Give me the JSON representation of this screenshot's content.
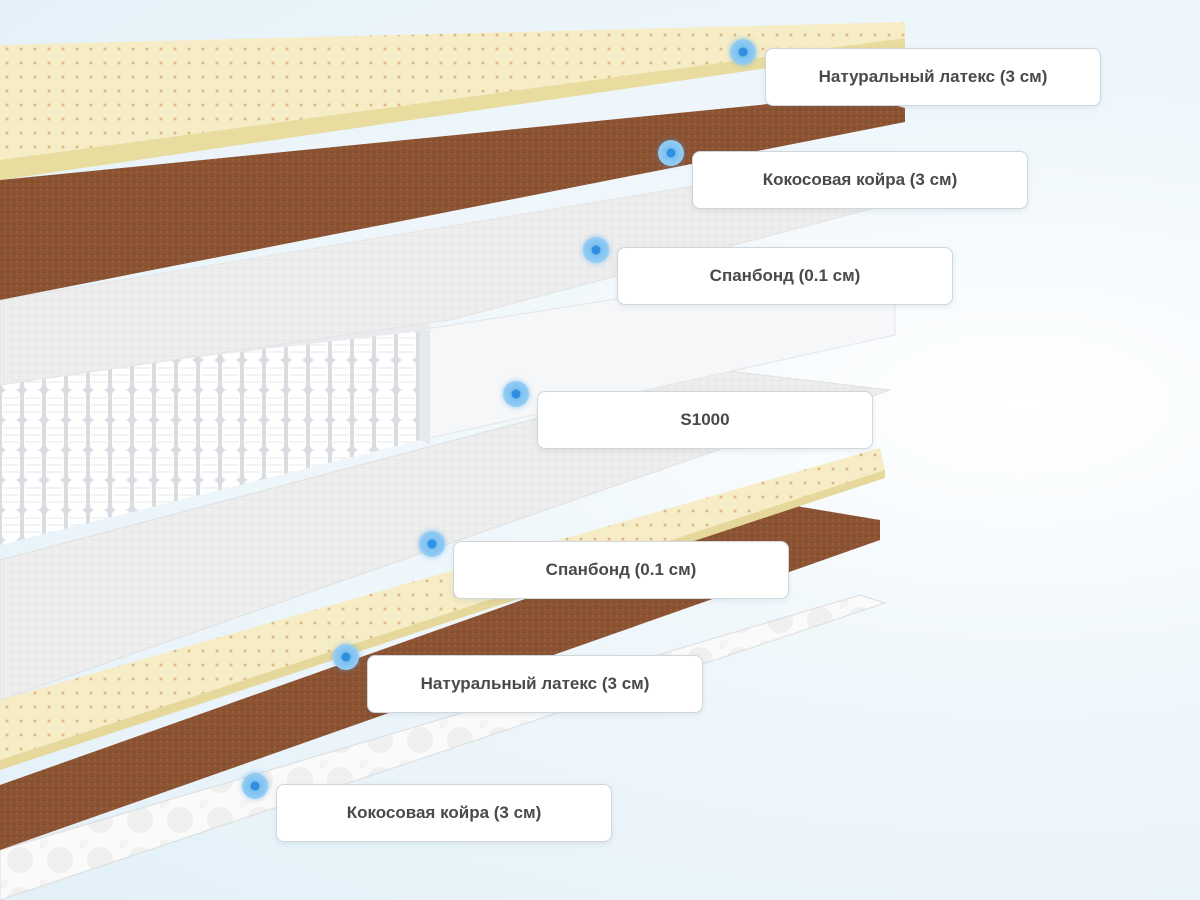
{
  "layers": [
    {
      "label": "Натуральный латекс (3 см)"
    },
    {
      "label": "Кокосовая койра (3 см)"
    },
    {
      "label": "Спанбонд (0.1 см)"
    },
    {
      "label": "S1000"
    },
    {
      "label": "Спанбонд (0.1 см)"
    },
    {
      "label": "Натуральный латекс (3 см)"
    },
    {
      "label": "Кокосовая койра (3 см)"
    }
  ],
  "colors": {
    "latex": "#f5ebc0",
    "coir": "#8f5535",
    "spunbond": "#f1f1f1",
    "marker": "#4aa8ec",
    "label_text": "#4a4a4a"
  }
}
